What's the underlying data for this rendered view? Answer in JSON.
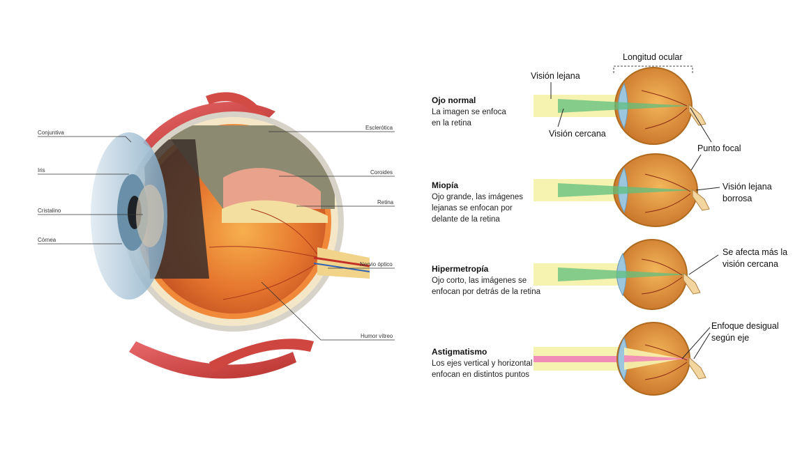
{
  "anatomy": {
    "left_labels": [
      {
        "key": "conjuntiva",
        "text": "Conjuntiva"
      },
      {
        "key": "iris",
        "text": "Iris"
      },
      {
        "key": "cristalino",
        "text": "Cristalino"
      },
      {
        "key": "cornea",
        "text": "Córnea"
      }
    ],
    "right_labels": [
      {
        "key": "esclerotica",
        "text": "Esclerótica"
      },
      {
        "key": "coroides",
        "text": "Coroides"
      },
      {
        "key": "retina",
        "text": "Retina"
      },
      {
        "key": "nervio_optico",
        "text": "Nervio óptico"
      },
      {
        "key": "humor_vitreo",
        "text": "Humor vítreo"
      }
    ]
  },
  "refraction": {
    "length_label": "Longitud ocular",
    "callouts": {
      "vision_lejana": "Visión lejana",
      "vision_cercana": "Visión cercana",
      "punto_focal": "Punto focal",
      "vision_lejana_borrosa_1": "Visión lejana",
      "vision_lejana_borrosa_2": "borrosa",
      "afecta_cercana_1": "Se afecta más la",
      "afecta_cercana_2": "visión cercana",
      "enfoque_desigual_1": "Enfoque desigual",
      "enfoque_desigual_2": "según eje"
    },
    "conditions": [
      {
        "title": "Ojo normal",
        "desc": [
          "La imagen se enfoca",
          "en la retina"
        ]
      },
      {
        "title": "Miopía",
        "desc": [
          "Ojo grande, las imágenes",
          "lejanas se enfocan por",
          "delante de la retina"
        ]
      },
      {
        "title": "Hipermetropía",
        "desc": [
          "Ojo corto, las imágenes se",
          "enfocan por detrás de la retina"
        ]
      },
      {
        "title": "Astigmatismo",
        "desc": [
          "Los ejes vertical y horizontal",
          "enfocan en distintos puntos"
        ]
      }
    ]
  },
  "colors": {
    "far_beam": "#f6f2b0",
    "near_beam": "#5fbf7f",
    "astig_beam": "#f07ab8",
    "eyeball": "#e69a3a",
    "sclera_edge": "#b06a1e",
    "muscle": "#d2463f"
  }
}
